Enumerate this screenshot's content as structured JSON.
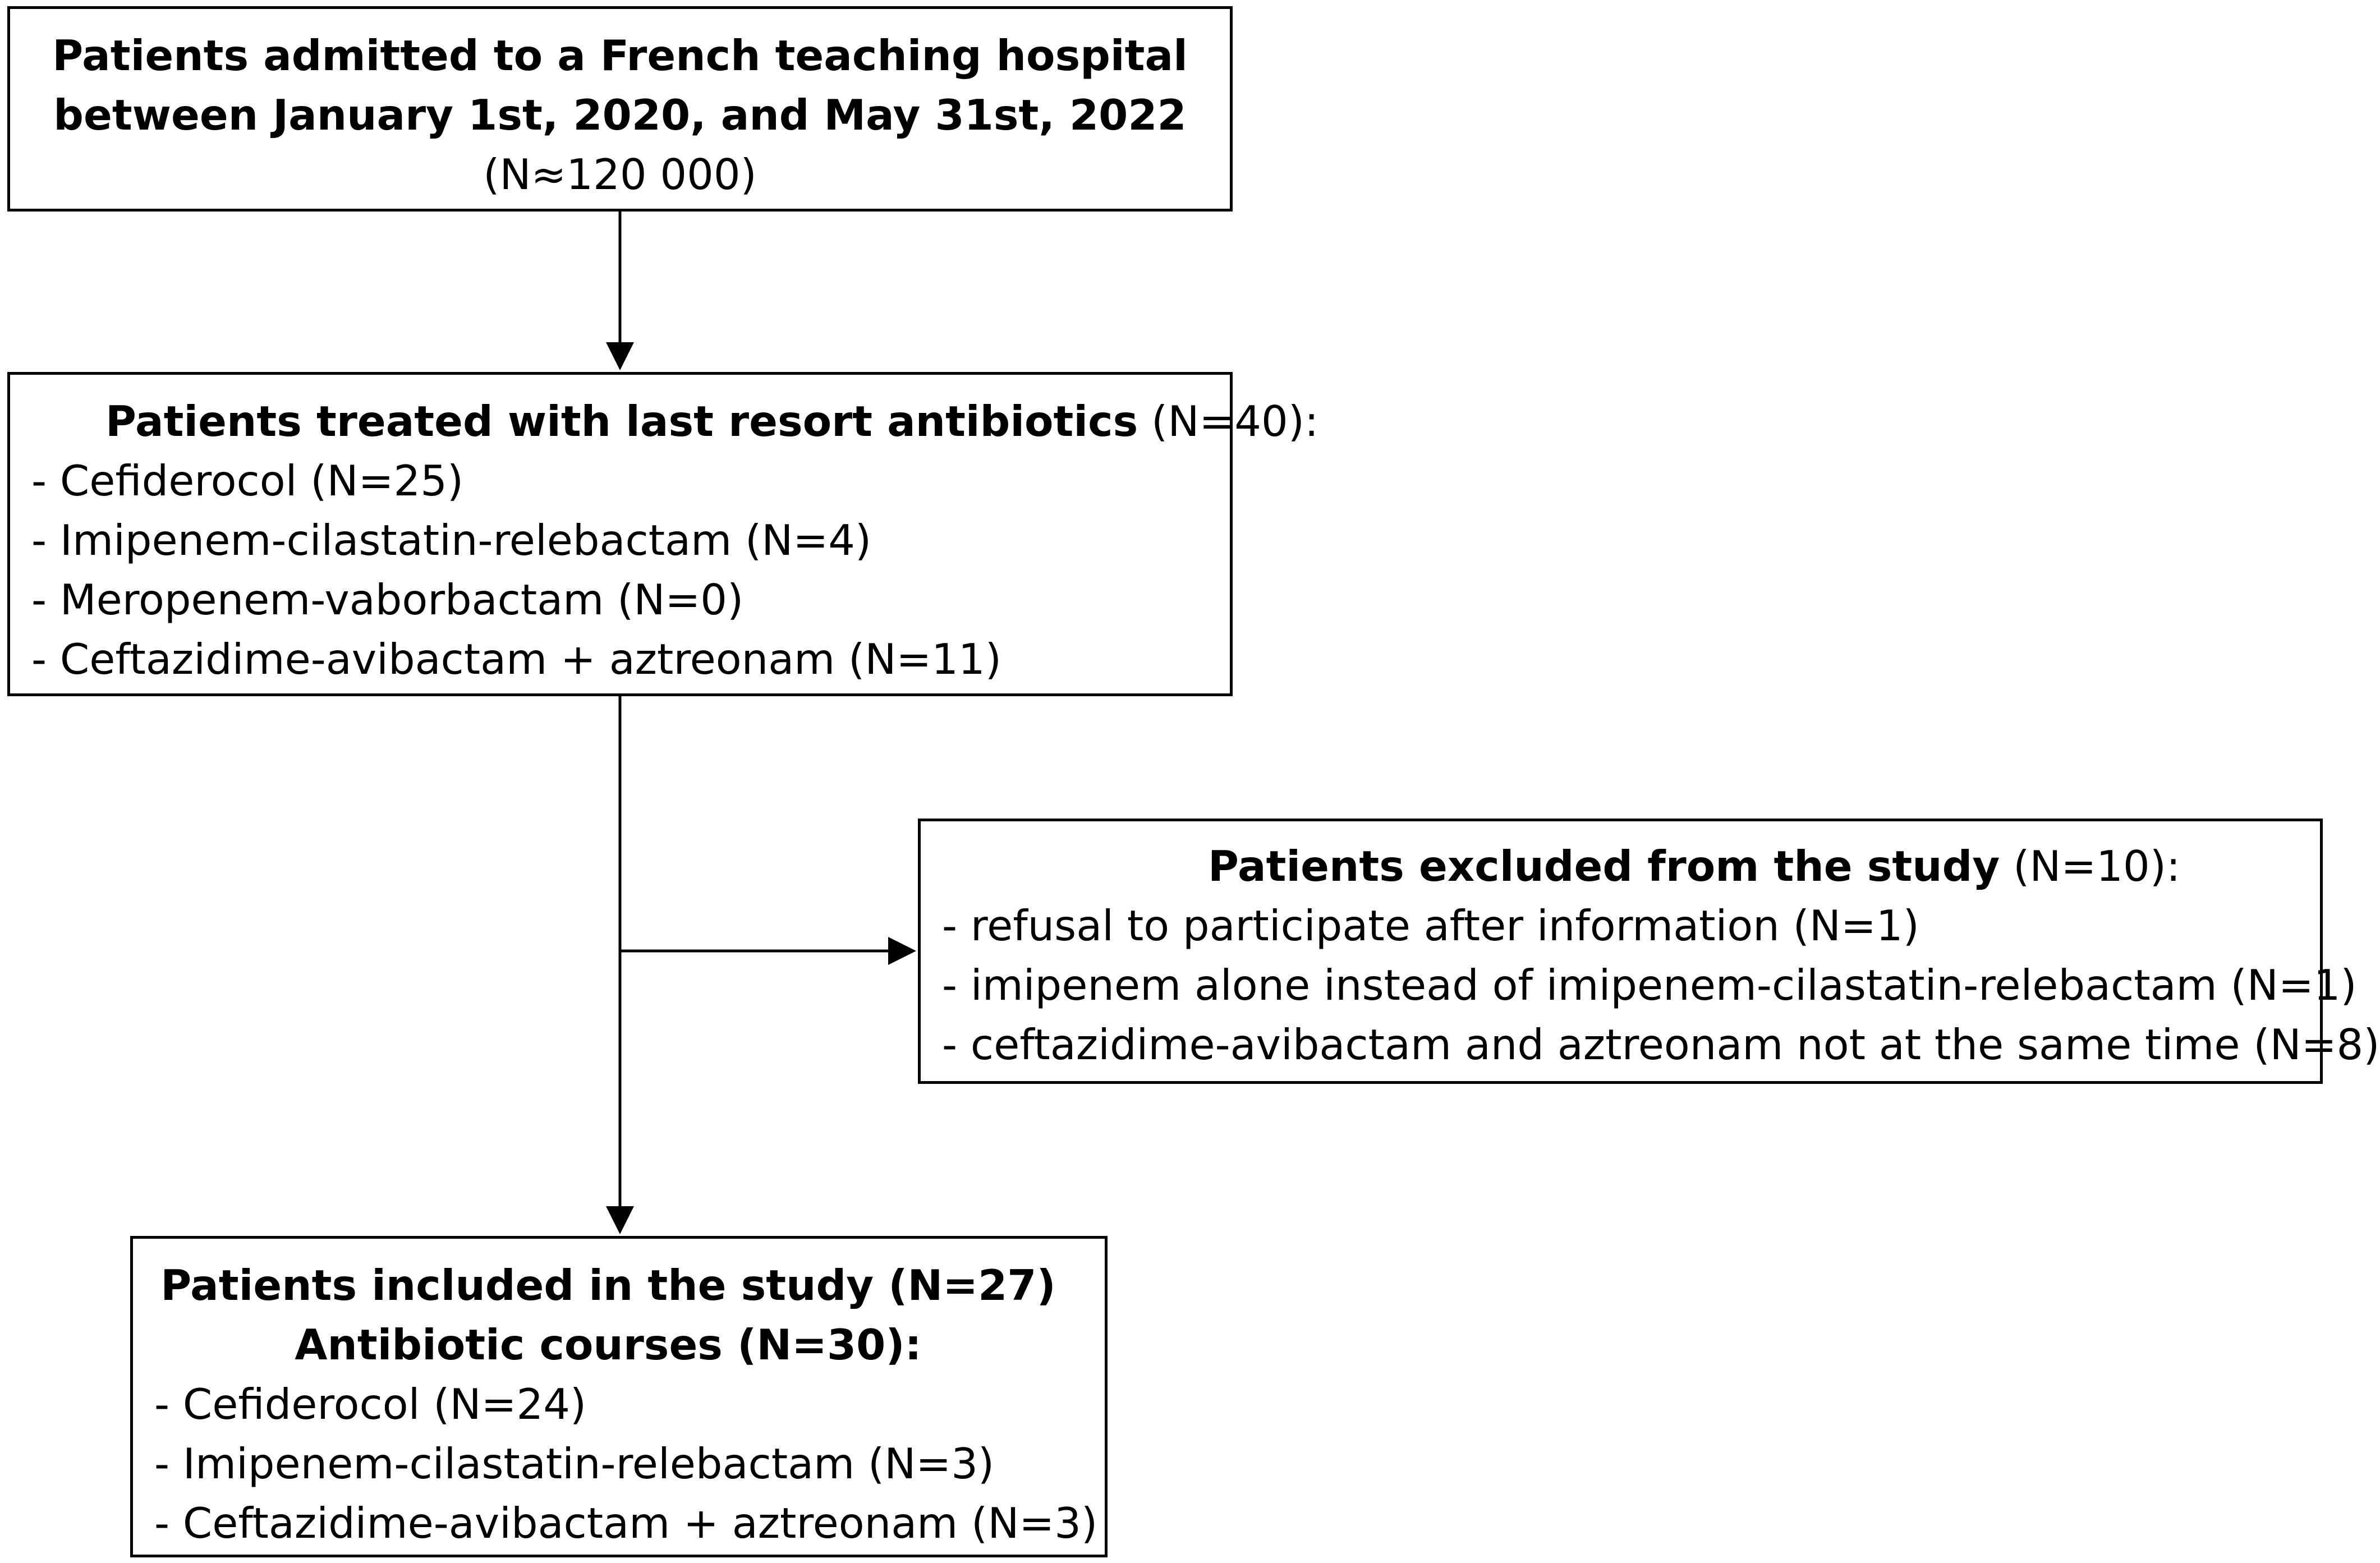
{
  "boxes": {
    "admitted": {
      "line1": "Patients admitted to a French teaching hospital",
      "line2": "between January 1st, 2020, and May 31st, 2022",
      "count": "(N≈120 000)"
    },
    "treated": {
      "title_bold": "Patients treated with last resort antibiotics",
      "title_rest": " (N=40):",
      "items": [
        "- Cefiderocol (N=25)",
        "- Imipenem-cilastatin-relebactam (N=4)",
        "- Meropenem-vaborbactam (N=0)",
        "- Ceftazidime-avibactam + aztreonam (N=11)"
      ]
    },
    "excluded": {
      "title_bold": "Patients excluded from the study",
      "title_rest": " (N=10):",
      "items": [
        "- refusal to participate after information (N=1)",
        "- imipenem alone instead of imipenem-cilastatin-relebactam (N=1)",
        "- ceftazidime-avibactam and aztreonam not at the same time (N=8)"
      ]
    },
    "included": {
      "title1": "Patients included in the study (N=27)",
      "title2": "Antibiotic courses (N=30):",
      "items": [
        "- Cefiderocol (N=24)",
        "- Imipenem-cilastatin-relebactam (N=3)",
        "- Ceftazidime-avibactam + aztreonam (N=3)"
      ]
    }
  },
  "colors": {
    "line": "#000000",
    "background": "#ffffff",
    "text": "#000000"
  }
}
